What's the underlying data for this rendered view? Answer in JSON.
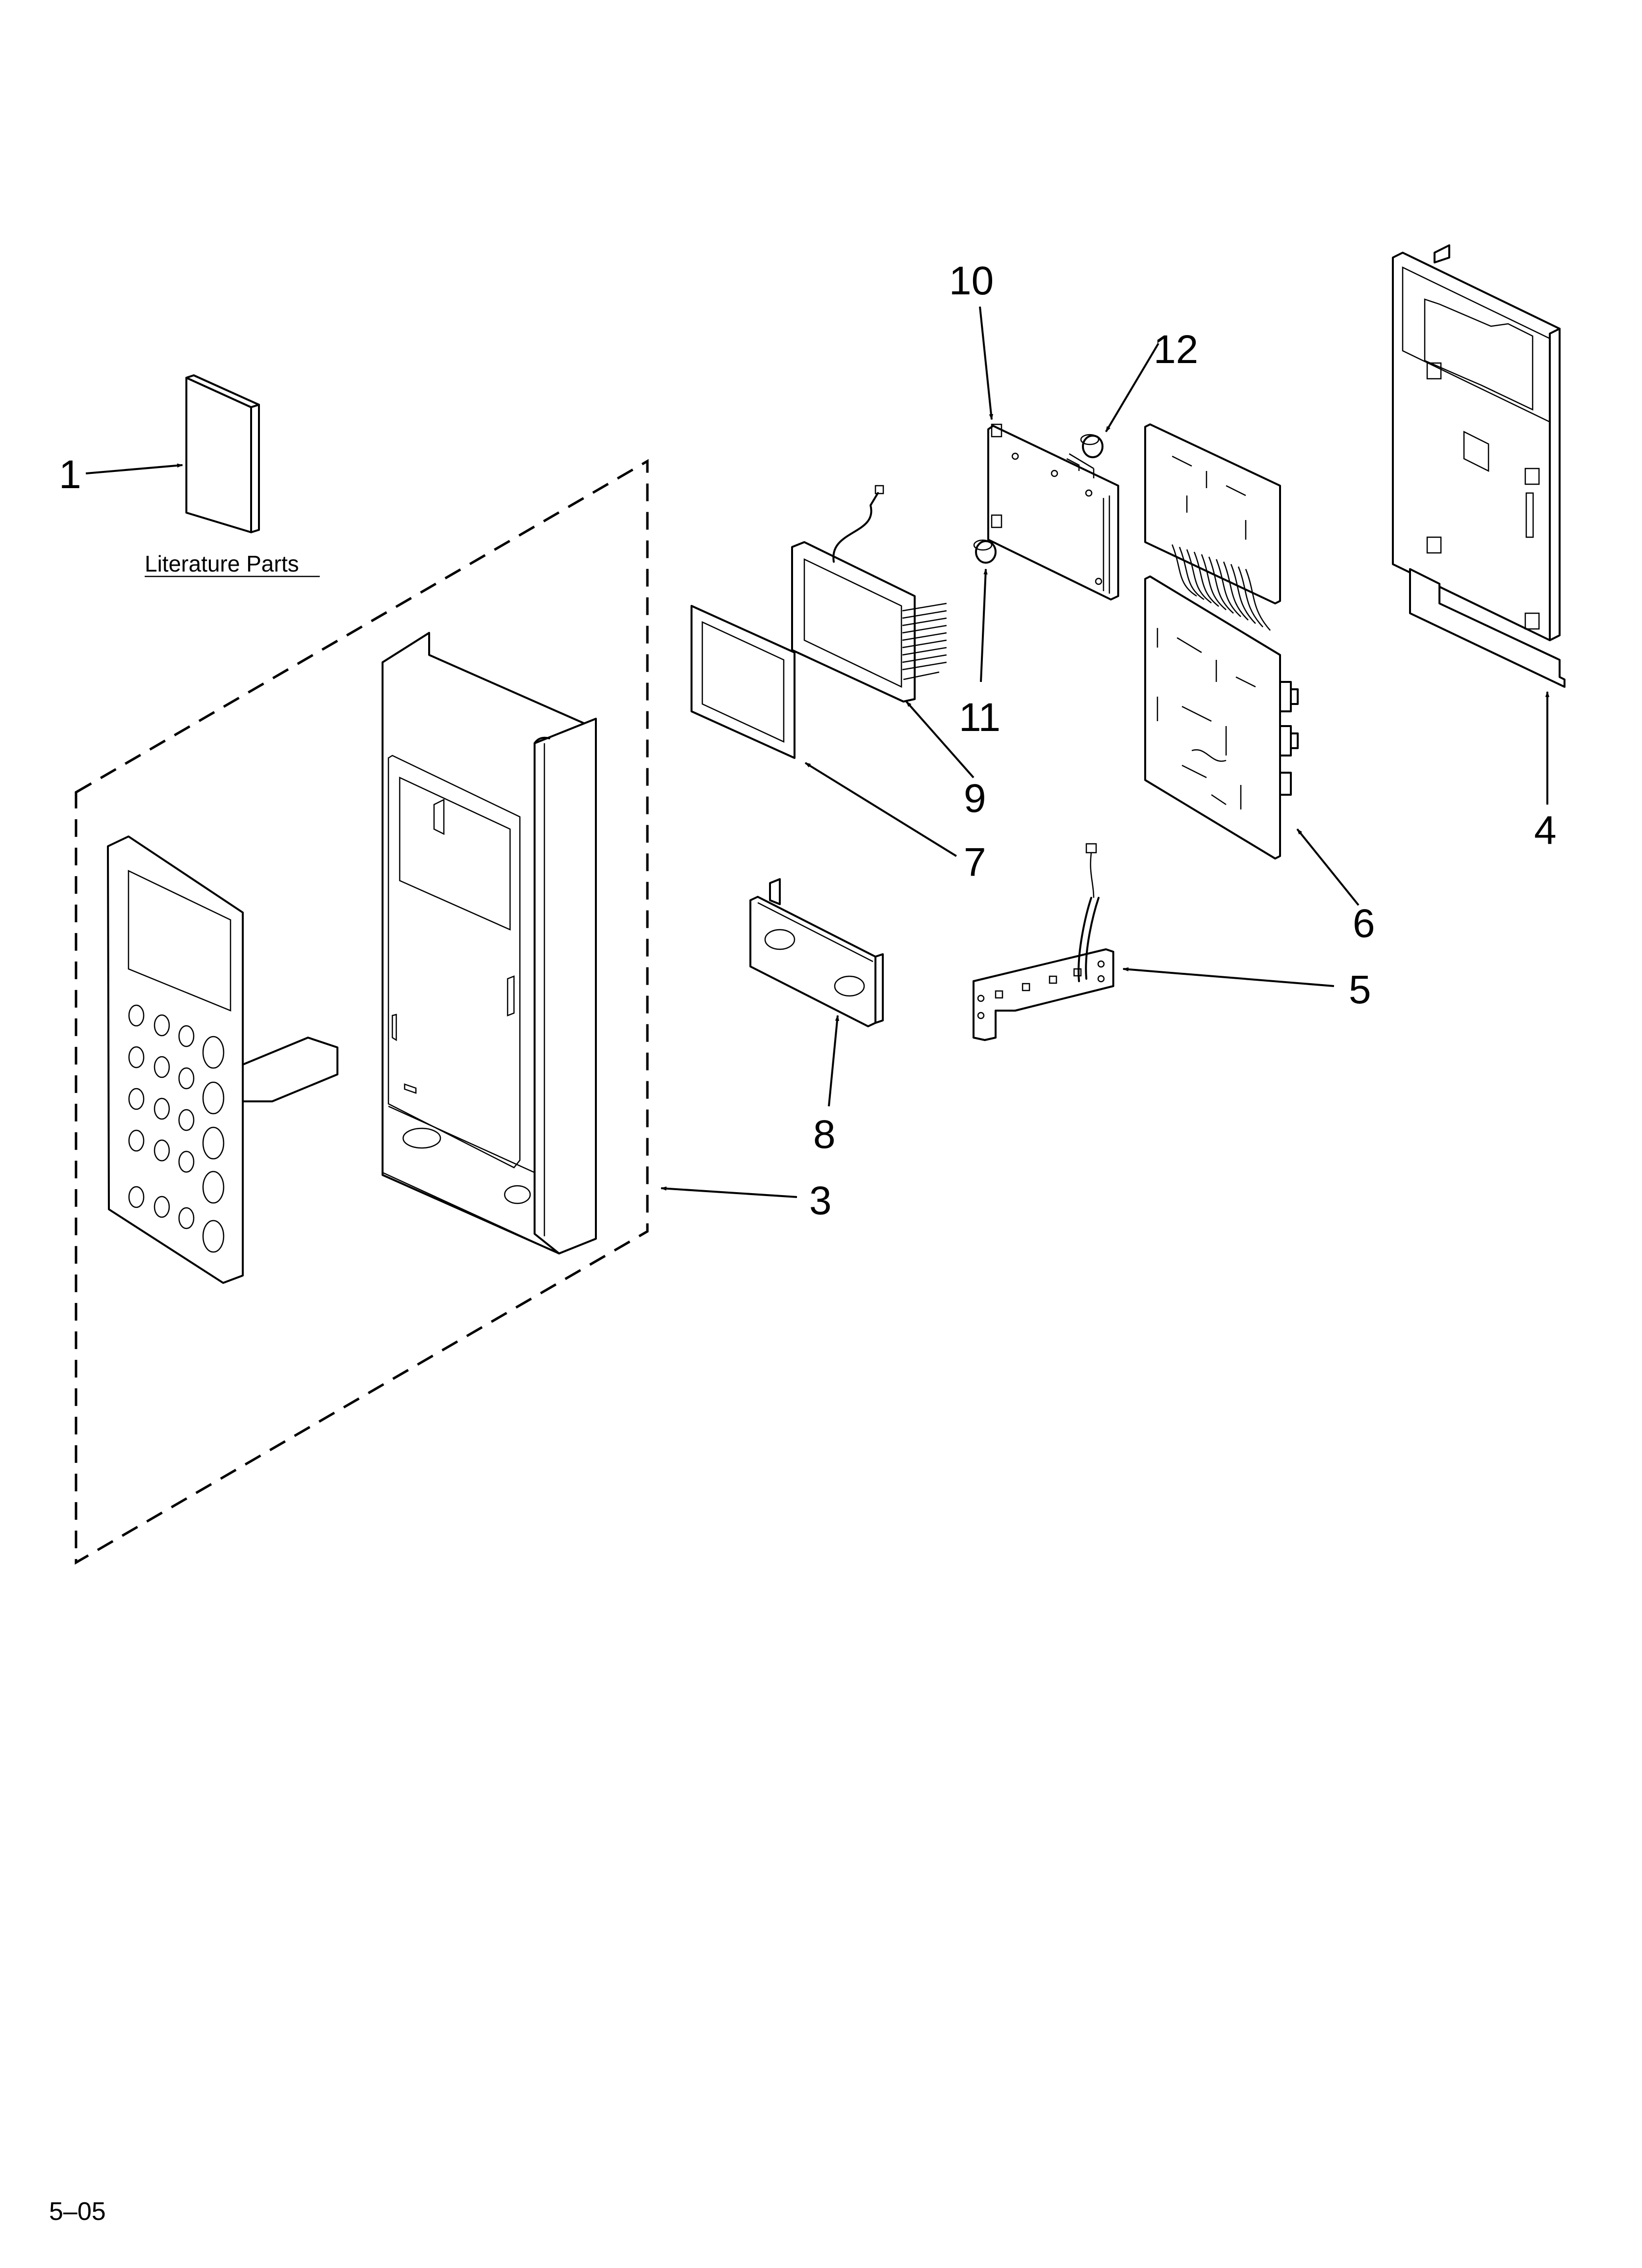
{
  "callouts": {
    "p1": "1",
    "p3": "3",
    "p4": "4",
    "p5": "5",
    "p6": "6",
    "p7": "7",
    "p8": "8",
    "p9": "9",
    "p10": "10",
    "p11": "11",
    "p12": "12"
  },
  "literature_label": "Literature Parts",
  "footer_code": "5–05"
}
